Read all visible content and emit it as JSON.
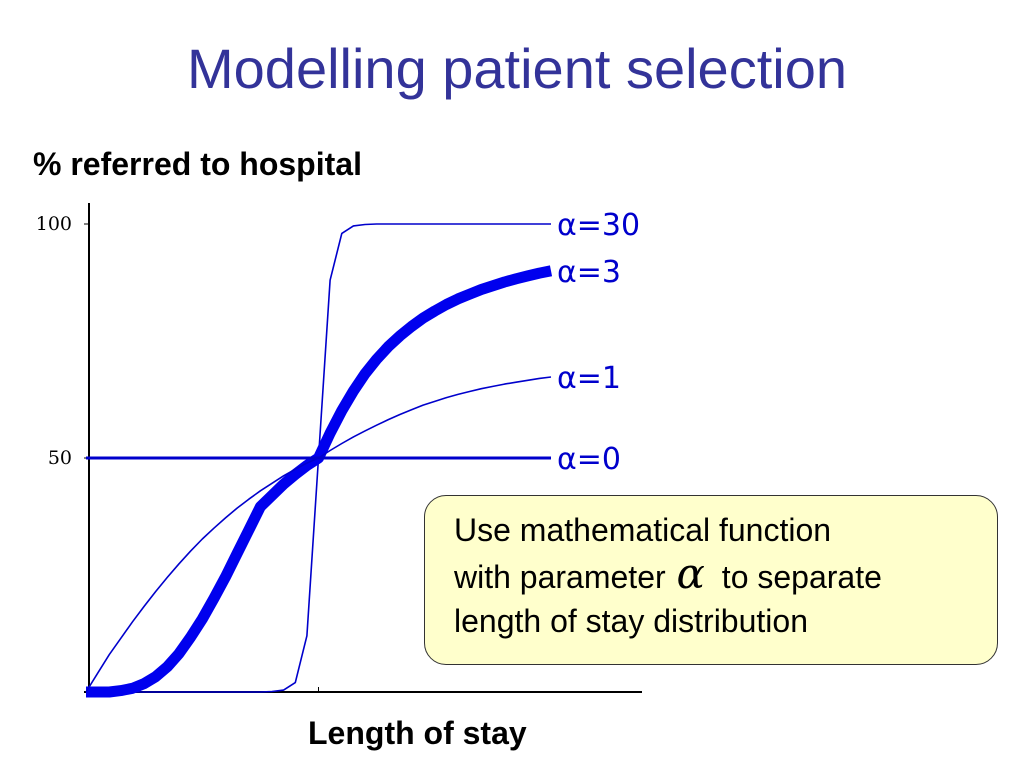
{
  "slide": {
    "title": "Modelling patient selection"
  },
  "chart_data": {
    "type": "line",
    "title": "",
    "ylabel": "% referred to hospital",
    "xlabel": "Length of stay",
    "ylim": [
      0,
      100
    ],
    "xlim": [
      0,
      1
    ],
    "yticks": [
      "100",
      "50"
    ],
    "ytick_values": [
      100,
      50
    ],
    "x_tick_at": 0.5,
    "x": [
      0,
      0.025,
      0.05,
      0.075,
      0.1,
      0.125,
      0.15,
      0.175,
      0.2,
      0.225,
      0.25,
      0.275,
      0.3,
      0.325,
      0.35,
      0.375,
      0.4,
      0.425,
      0.45,
      0.475,
      0.5,
      0.525,
      0.55,
      0.575,
      0.6,
      0.625,
      0.65,
      0.675,
      0.7,
      0.725,
      0.75,
      0.775,
      0.8,
      0.825,
      0.85,
      0.875,
      0.9,
      0.925,
      0.95,
      0.975,
      1.0
    ],
    "series": [
      {
        "name": "α=30",
        "values": [
          0,
          0,
          0,
          0,
          0,
          0,
          0,
          0,
          0,
          0,
          0,
          0,
          0,
          0,
          0,
          0,
          0.1,
          0.4,
          2,
          12,
          50,
          88,
          98,
          99.6,
          99.9,
          100,
          100,
          100,
          100,
          100,
          100,
          100,
          100,
          100,
          100,
          100,
          100,
          100,
          100,
          100,
          100
        ],
        "color": "#0000cc",
        "width": "thin"
      },
      {
        "name": "α=3",
        "values": [
          0,
          0,
          0,
          0.3,
          0.8,
          1.8,
          3.3,
          5.4,
          8.2,
          11.7,
          15.6,
          20,
          24.6,
          29.6,
          34.6,
          39.6,
          42,
          44.4,
          46.5,
          48.4,
          50,
          55.3,
          60.1,
          64.3,
          68,
          71.1,
          73.8,
          76.1,
          78.1,
          79.9,
          81.4,
          82.8,
          84,
          85,
          86,
          86.8,
          87.6,
          88.3,
          88.9,
          89.5,
          90
        ],
        "color": "#0000ee",
        "width": "thick"
      },
      {
        "name": "α=1",
        "values": [
          0,
          4,
          8,
          11.5,
          15,
          18.3,
          21.5,
          24.5,
          27.4,
          30.1,
          32.7,
          35,
          37.2,
          39.3,
          41.2,
          43,
          44.6,
          46.2,
          47.6,
          48.9,
          50,
          51.6,
          53.1,
          54.5,
          55.8,
          57,
          58.2,
          59.3,
          60.3,
          61.3,
          62.1,
          62.9,
          63.6,
          64.2,
          64.8,
          65.3,
          65.8,
          66.2,
          66.6,
          67,
          67.3
        ],
        "color": "#0000cc",
        "width": "thin"
      },
      {
        "name": "α=0",
        "values": [
          50,
          50,
          50,
          50,
          50,
          50,
          50,
          50,
          50,
          50,
          50,
          50,
          50,
          50,
          50,
          50,
          50,
          50,
          50,
          50,
          50,
          50,
          50,
          50,
          50,
          50,
          50,
          50,
          50,
          50,
          50,
          50,
          50,
          50,
          50,
          50,
          50,
          50,
          50,
          50,
          50
        ],
        "color": "#0000cc",
        "width": "medium"
      }
    ]
  },
  "callout": {
    "line1": "Use mathematical function",
    "line2_before": "with parameter",
    "line2_symbol": "α",
    "line2_after": "to separate",
    "line3": "length of stay distribution",
    "background": "#ffffcc"
  }
}
